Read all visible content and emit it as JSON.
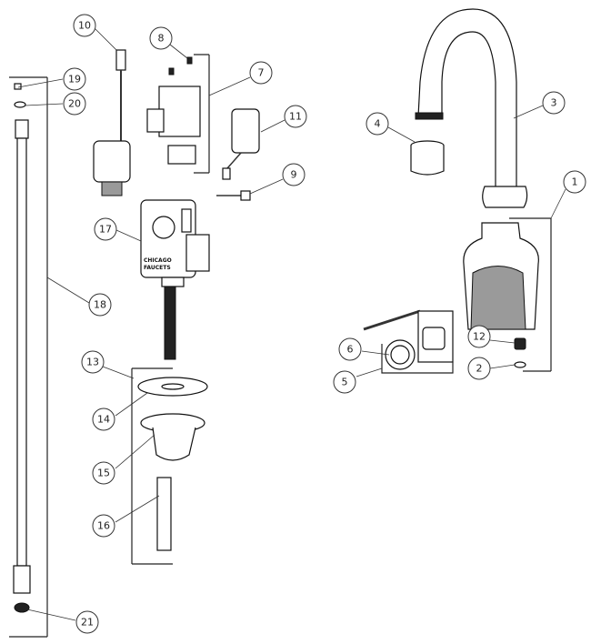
{
  "diagram": {
    "type": "exploded-parts-view",
    "callouts": [
      {
        "id": "c1",
        "label": "1"
      },
      {
        "id": "c2",
        "label": "2"
      },
      {
        "id": "c3",
        "label": "3"
      },
      {
        "id": "c4",
        "label": "4"
      },
      {
        "id": "c5",
        "label": "5"
      },
      {
        "id": "c6",
        "label": "6"
      },
      {
        "id": "c7",
        "label": "7"
      },
      {
        "id": "c8",
        "label": "8"
      },
      {
        "id": "c9",
        "label": "9"
      },
      {
        "id": "c10",
        "label": "10"
      },
      {
        "id": "c11",
        "label": "11"
      },
      {
        "id": "c12",
        "label": "12"
      },
      {
        "id": "c13",
        "label": "13"
      },
      {
        "id": "c14",
        "label": "14"
      },
      {
        "id": "c15",
        "label": "15"
      },
      {
        "id": "c16",
        "label": "16"
      },
      {
        "id": "c17",
        "label": "17"
      },
      {
        "id": "c18",
        "label": "18"
      },
      {
        "id": "c19",
        "label": "19"
      },
      {
        "id": "c20",
        "label": "20"
      },
      {
        "id": "c21",
        "label": "21"
      }
    ],
    "body_label_line1": "CHICAGO",
    "body_label_line2": "FAUCETS"
  }
}
